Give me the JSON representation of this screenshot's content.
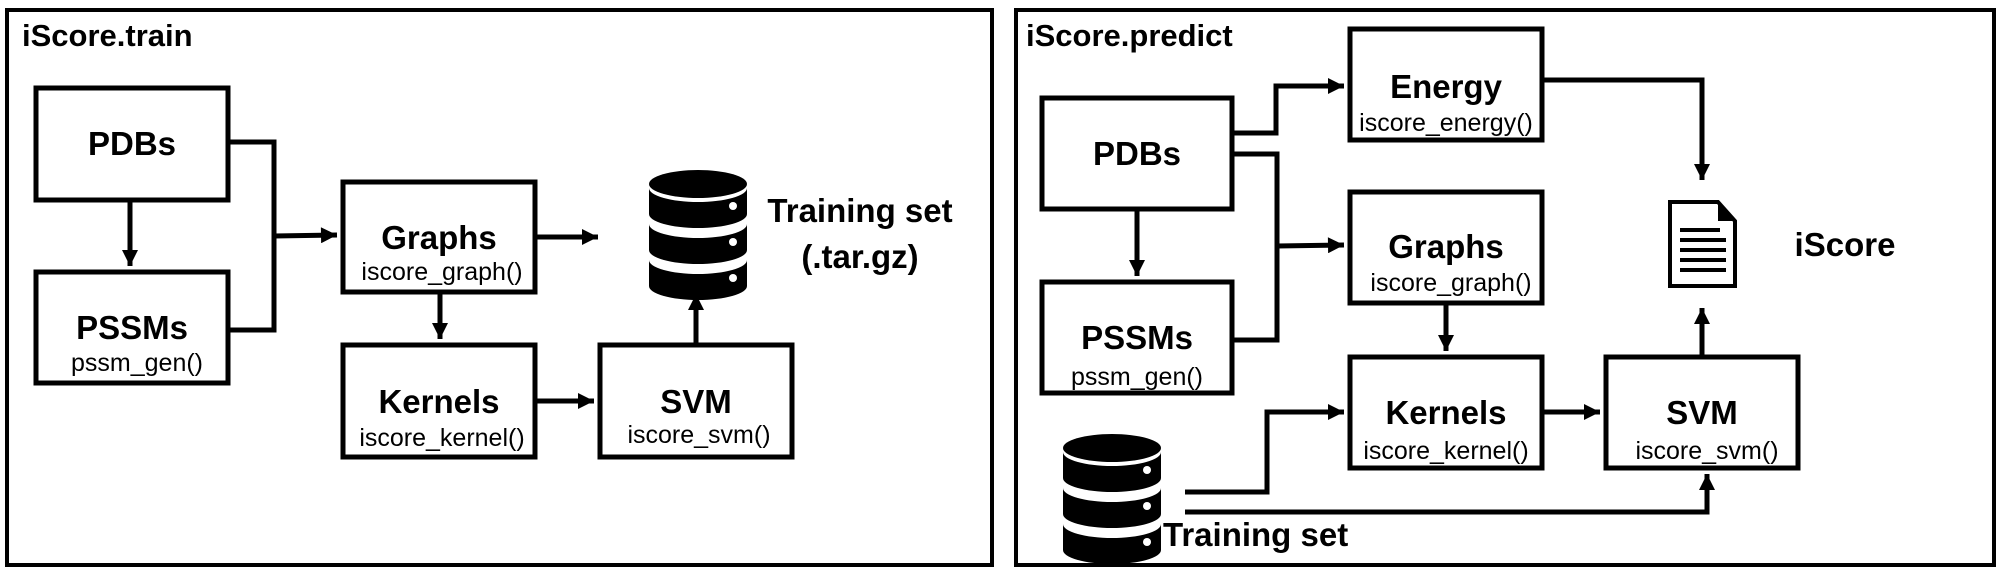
{
  "train": {
    "title": "iScore.train",
    "pdbs": "PDBs",
    "pssms": "PSSMs",
    "pssms_func": "pssm_gen()",
    "graphs": "Graphs",
    "graphs_func": "iscore_graph()",
    "kernels": "Kernels",
    "kernels_func": "iscore_kernel()",
    "svm": "SVM",
    "svm_func": "iscore_svm()",
    "output_line1": "Training set",
    "output_line2": "(.tar.gz)"
  },
  "predict": {
    "title": "iScore.predict",
    "pdbs": "PDBs",
    "pssms": "PSSMs",
    "pssms_func": "pssm_gen()",
    "energy": "Energy",
    "energy_func": "iscore_energy()",
    "graphs": "Graphs",
    "graphs_func": "iscore_graph()",
    "kernels": "Kernels",
    "kernels_func": "iscore_kernel()",
    "svm": "SVM",
    "svm_func": "iscore_svm()",
    "training_set": "Training set",
    "result": "iScore"
  },
  "icons": {
    "database": "database-icon",
    "document": "document-icon"
  }
}
